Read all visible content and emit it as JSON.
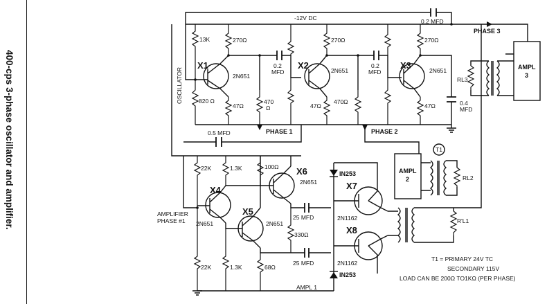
{
  "caption": "400-cps 3-phase oscillator and amplifier.",
  "labels": {
    "supply": "-12V DC",
    "oscillator": "OSCILLATOR",
    "phase1": "PHASE 1",
    "phase2": "PHASE 2",
    "phase3": "PHASE 3",
    "amplifier_phase": "AMPLIFIER",
    "amplifier_phase2": "PHASE #1",
    "ampl1": "AMPL 1",
    "ampl2_a": "AMPL",
    "ampl2_b": "2",
    "ampl3_a": "AMPL",
    "ampl3_b": "3",
    "rl1": "R'L1",
    "rl2": "RL2",
    "rl3": "RL3",
    "t1": "T1"
  },
  "transistors": {
    "x1": "X1",
    "x2": "X2",
    "x3": "X3",
    "x4": "X4",
    "x5": "X5",
    "x6": "X6",
    "x7": "X7",
    "x8": "X8",
    "type_2n651": "2N651",
    "type_2n1162": "2N1162"
  },
  "components": {
    "r_13k": "13K",
    "r_270a": "270Ω",
    "r_270b": "270Ω",
    "r_270c": "270Ω",
    "r_820": "820 Ω",
    "r_47a": "47Ω",
    "r_47b": "47Ω",
    "r_47c": "47Ω",
    "r_470a": "470",
    "r_470a_unit": "Ω",
    "r_470b": "470Ω",
    "c_02a": "0.2",
    "c_02a_unit": "MFD",
    "c_02b": "0.2",
    "c_02b_unit": "MFD",
    "c_02c": "0.2 MFD",
    "c_04": "0.4",
    "c_04_unit": "MFD",
    "c_05": "0.5 MFD",
    "r_22k_top": "22K",
    "r_13k_x4": "1.3K",
    "r_100": "100Ω",
    "r_22k_bot": "22K",
    "r_13k_bot": "1.3K",
    "r_68": "68Ω",
    "r_330": "330Ω",
    "c_25a": "25 MFD",
    "c_25b": "25 MFD",
    "d_top": "IN253",
    "d_bot": "IN253"
  },
  "notes": {
    "line1": "T1 = PRIMARY 24V TC",
    "line2": "SECONDARY 115V",
    "line3": "LOAD CAN BE 200Ω TO1KΩ (PER PHASE)"
  }
}
